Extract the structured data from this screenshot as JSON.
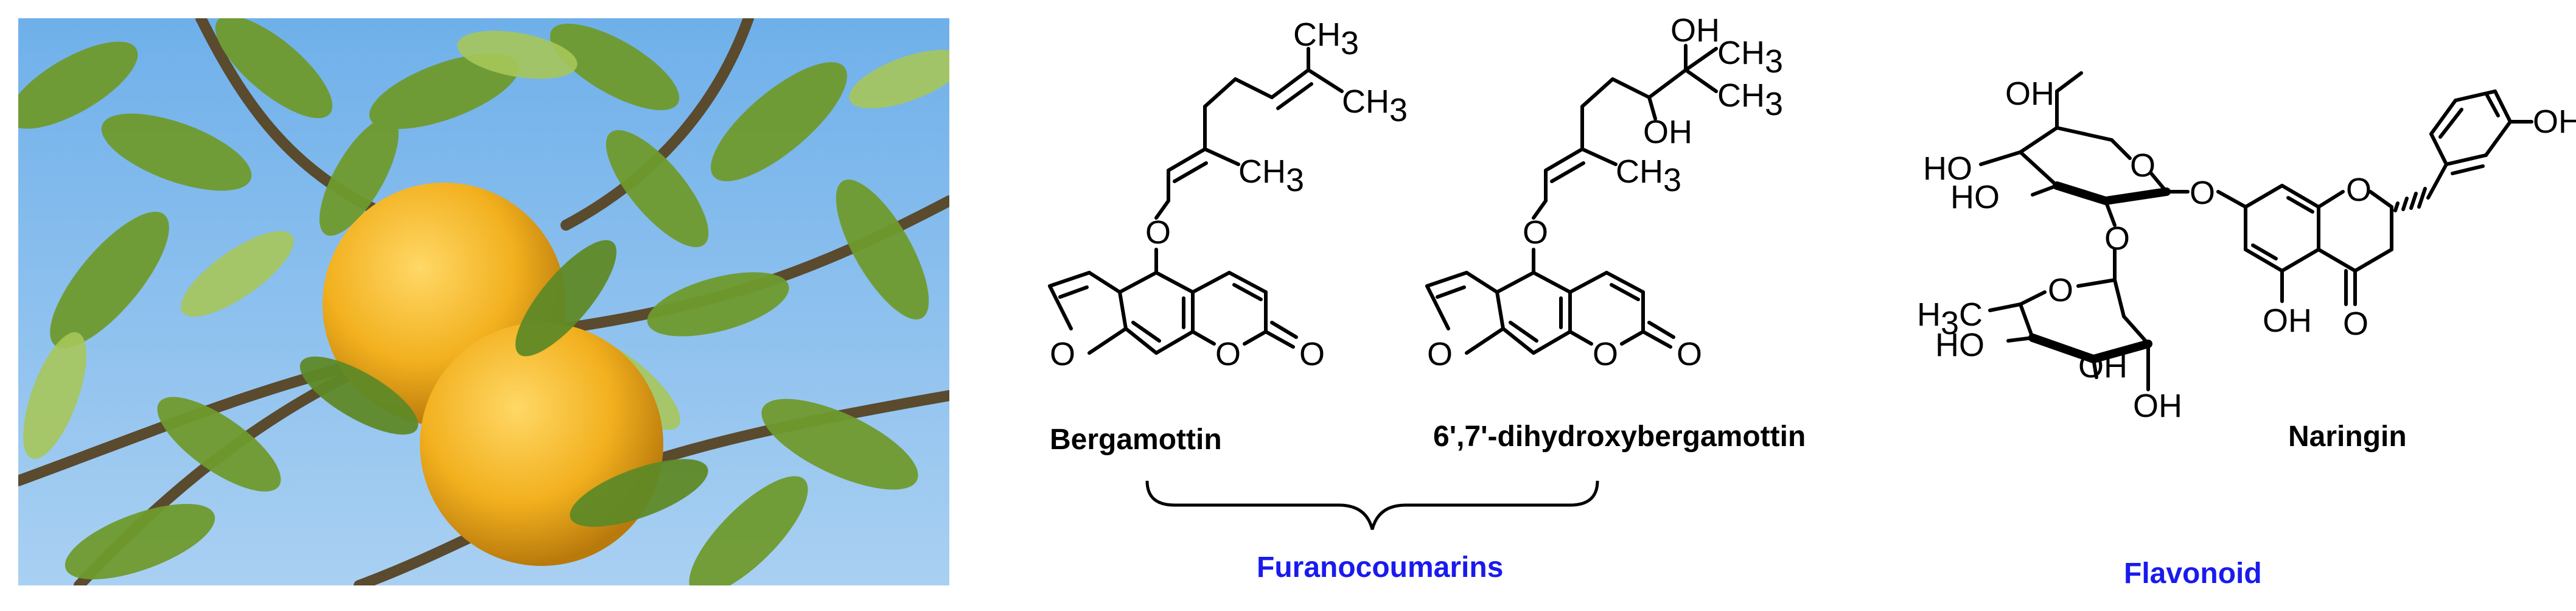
{
  "compounds": {
    "bergamottin": "Bergamottin",
    "dihydroxybergamottin": "6',7'-dihydroxybergamottin",
    "naringin": "Naringin"
  },
  "classes": {
    "furanocoumarins": "Furanocoumarins",
    "flavonoid": "Flavonoid"
  },
  "atoms": {
    "o": "O",
    "oh": "OH",
    "ho": "HO",
    "ch3": "CH",
    "h3c_h": "H",
    "h3c_c": "C",
    "sub3": "3"
  },
  "colors": {
    "class_label": "#1a1aee",
    "fruit": "#f2b01e",
    "sky": "#7fb6e8",
    "leaf": "#6f9a2e"
  }
}
